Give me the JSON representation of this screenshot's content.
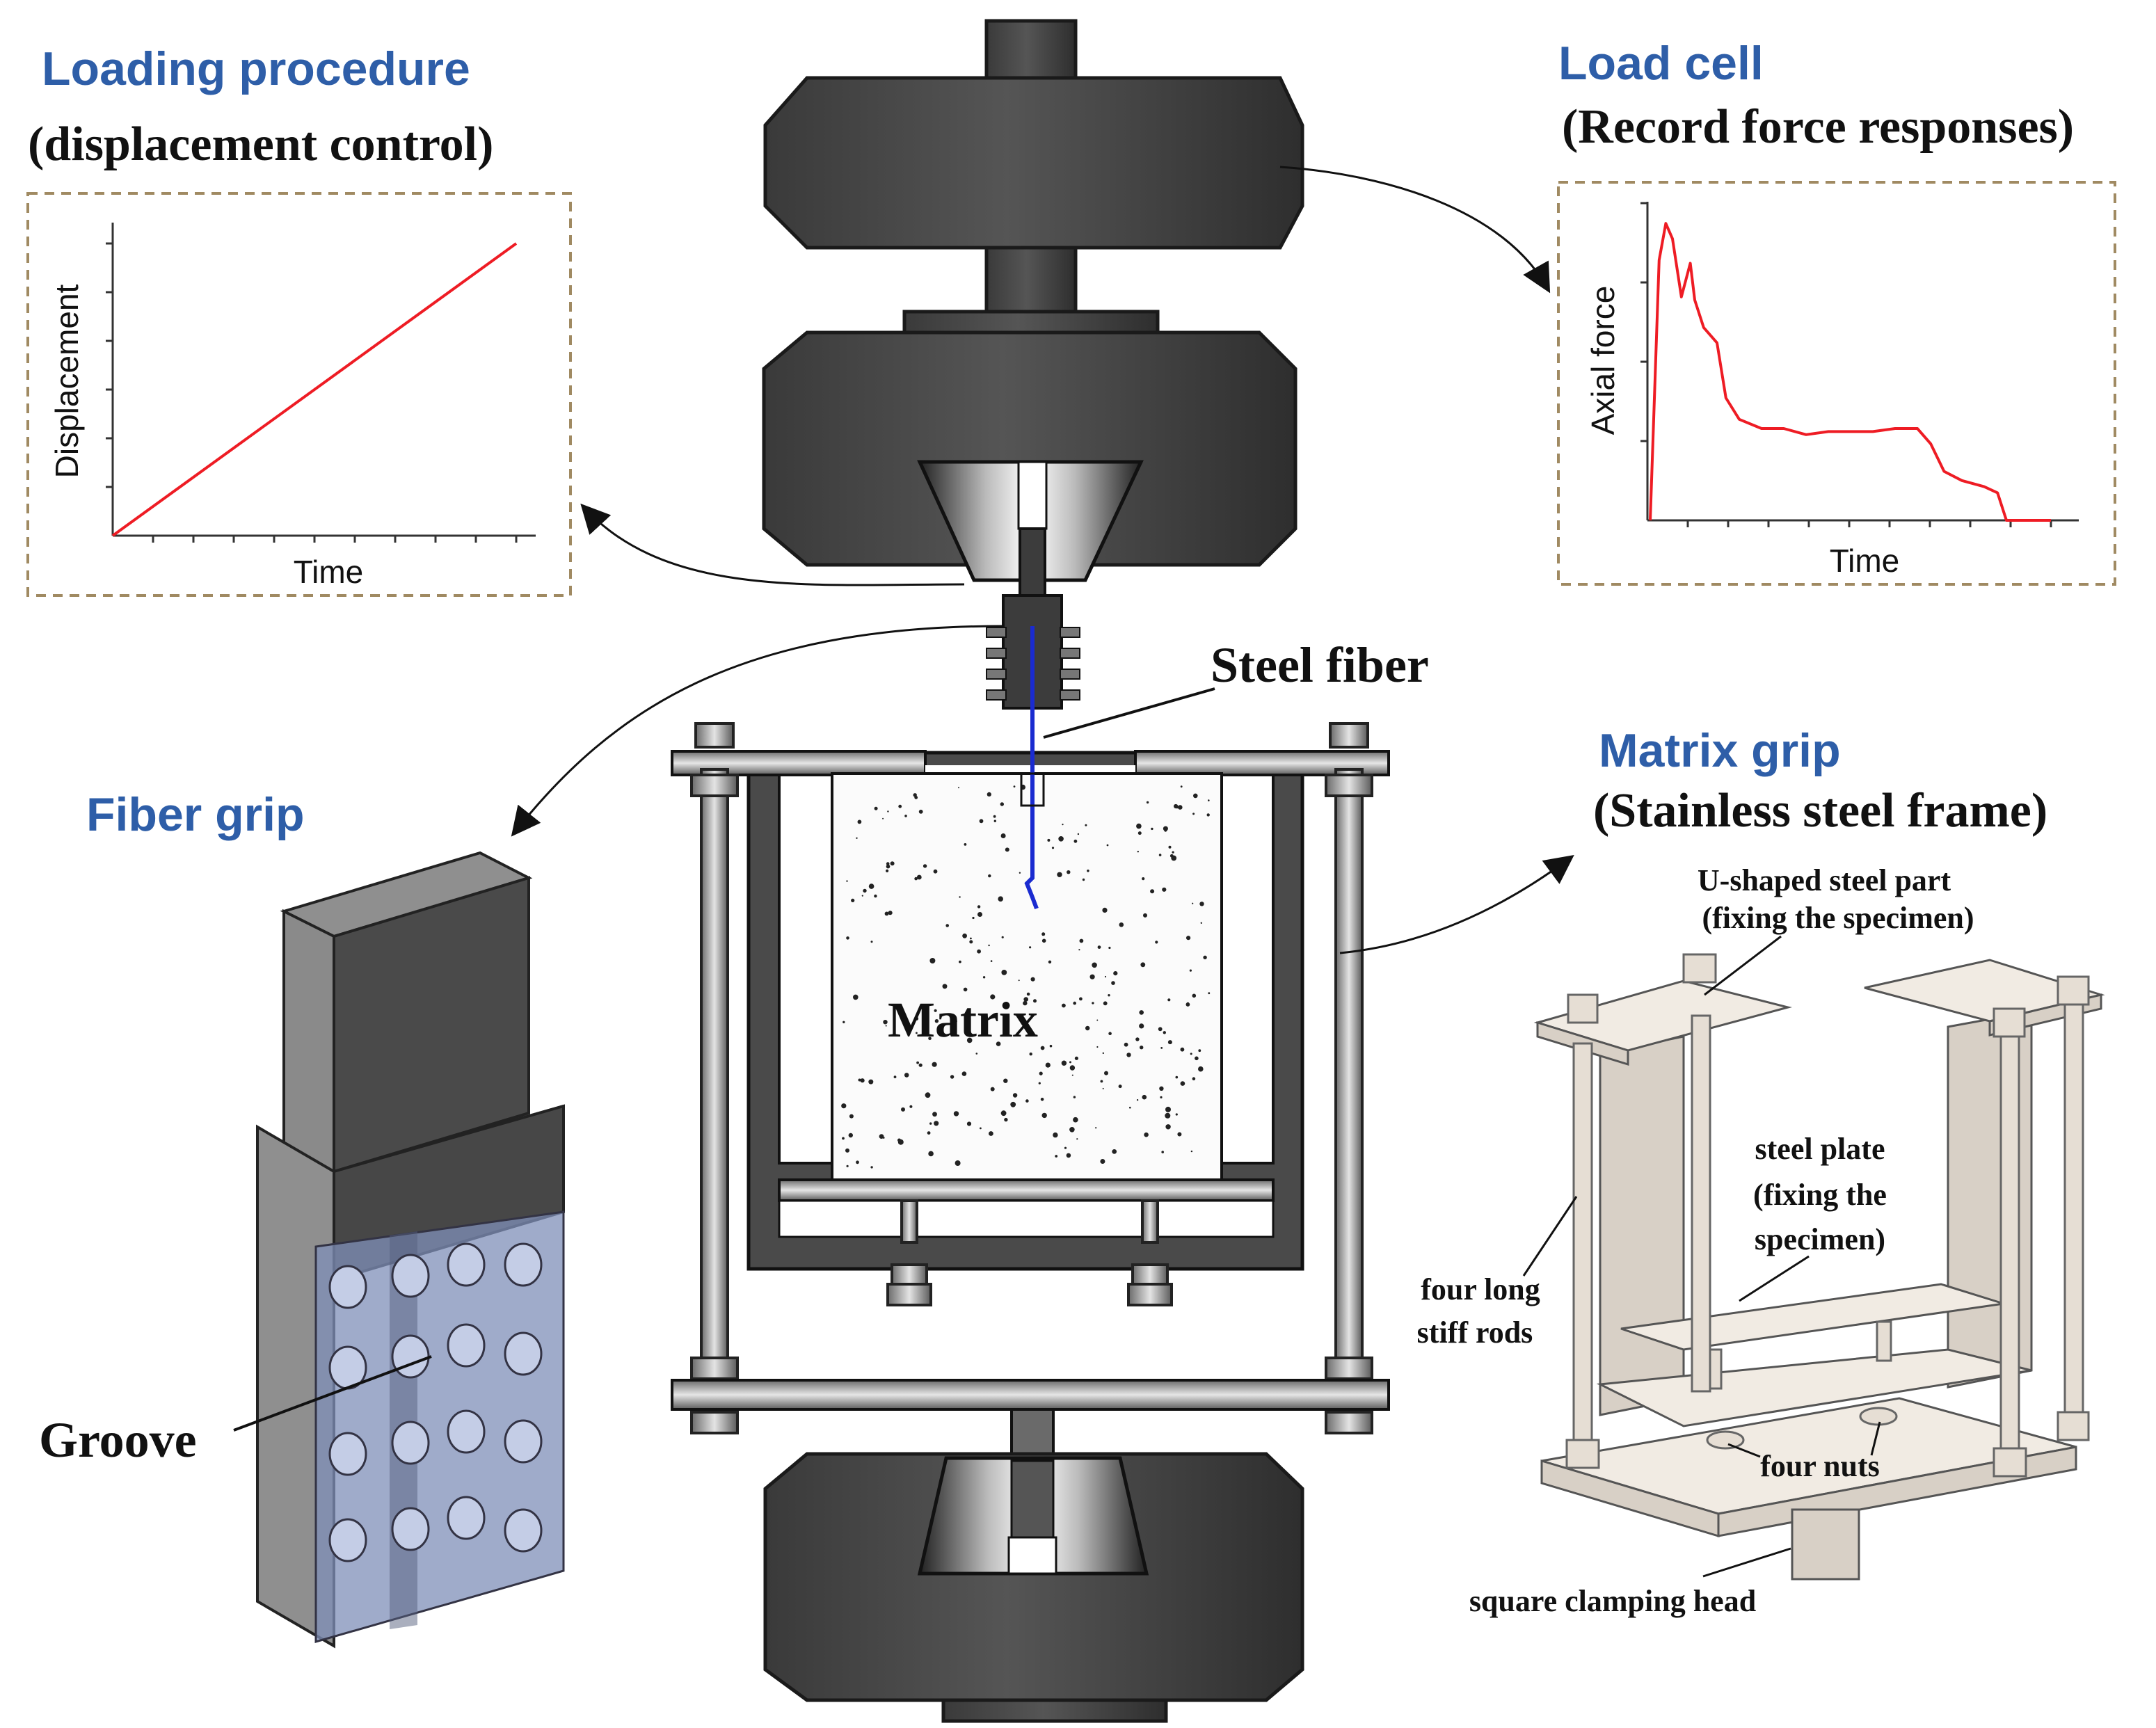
{
  "loading_panel": {
    "title": "Loading procedure",
    "subtitle": "(displacement control)",
    "ylabel": "Displacement",
    "xlabel": "Time"
  },
  "load_cell_panel": {
    "title": "Load cell",
    "subtitle": "(Record force responses)",
    "ylabel": "Axial force",
    "xlabel": "Time"
  },
  "fiber_grip_panel": {
    "title": "Fiber grip",
    "groove_label": "Groove"
  },
  "center": {
    "steel_fiber_label": "Steel fiber",
    "matrix_label": "Matrix"
  },
  "matrix_grip_panel": {
    "title": "Matrix grip",
    "subtitle": "(Stainless steel frame)",
    "u_shaped_line1": "U-shaped steel part",
    "u_shaped_line2": "(fixing the specimen)",
    "steel_plate_line1": "steel plate",
    "steel_plate_line2": "(fixing the",
    "steel_plate_line3": "specimen)",
    "rods_line1": "four long",
    "rods_line2": "stiff rods",
    "nuts_label": "four nuts",
    "head_label": "square clamping head"
  },
  "colors": {
    "title_blue": "#2e5ea8",
    "curve_red": "#ee1c24",
    "fiber_blue": "#1a2bd0",
    "panel_border": "#a08a62"
  },
  "chart_data": [
    {
      "type": "line",
      "title": "",
      "xlabel": "Time",
      "ylabel": "Displacement",
      "series": [
        {
          "x": [
            0,
            1
          ],
          "y": [
            0,
            1
          ]
        }
      ]
    },
    {
      "type": "line",
      "title": "",
      "xlabel": "Time",
      "ylabel": "Axial force",
      "series": [
        {
          "x": [
            0,
            0.02,
            0.035,
            0.05,
            0.07,
            0.09,
            0.1,
            0.12,
            0.15,
            0.17,
            0.2,
            0.25,
            0.3,
            0.35,
            0.4,
            0.45,
            0.5,
            0.55,
            0.6,
            0.63,
            0.66,
            0.7,
            0.75,
            0.78,
            0.8,
            0.85,
            0.9
          ],
          "y": [
            0,
            0.85,
            0.97,
            0.92,
            0.73,
            0.84,
            0.72,
            0.63,
            0.58,
            0.4,
            0.33,
            0.3,
            0.3,
            0.28,
            0.29,
            0.29,
            0.29,
            0.3,
            0.3,
            0.25,
            0.16,
            0.13,
            0.11,
            0.09,
            0.0,
            0.0,
            0.0
          ]
        }
      ]
    }
  ]
}
